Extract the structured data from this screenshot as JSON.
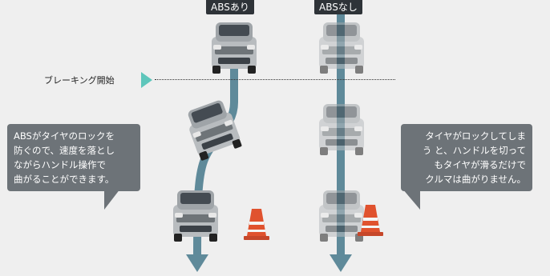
{
  "labels": {
    "abs_on": "ABSあり",
    "abs_off": "ABSなし",
    "braking_start": "ブレーキング開始"
  },
  "callouts": {
    "left": "ABSがタイヤのロックを\n防ぐので、速度を落とし\nながらハンドル操作で\n曲がることができます。",
    "right": "タイヤがロックしてしま\nう と、ハンドルを切って\nもタイヤが滑るだけで\nクルマは曲がりません。"
  },
  "colors": {
    "path": "#5f8a9a",
    "marker": "#5ec6bb",
    "bubble": "#6d7378",
    "tag": "#2e3338",
    "cone": "#e0522e"
  },
  "icons": {
    "car": "suv-front-icon",
    "cone": "traffic-cone-icon"
  }
}
